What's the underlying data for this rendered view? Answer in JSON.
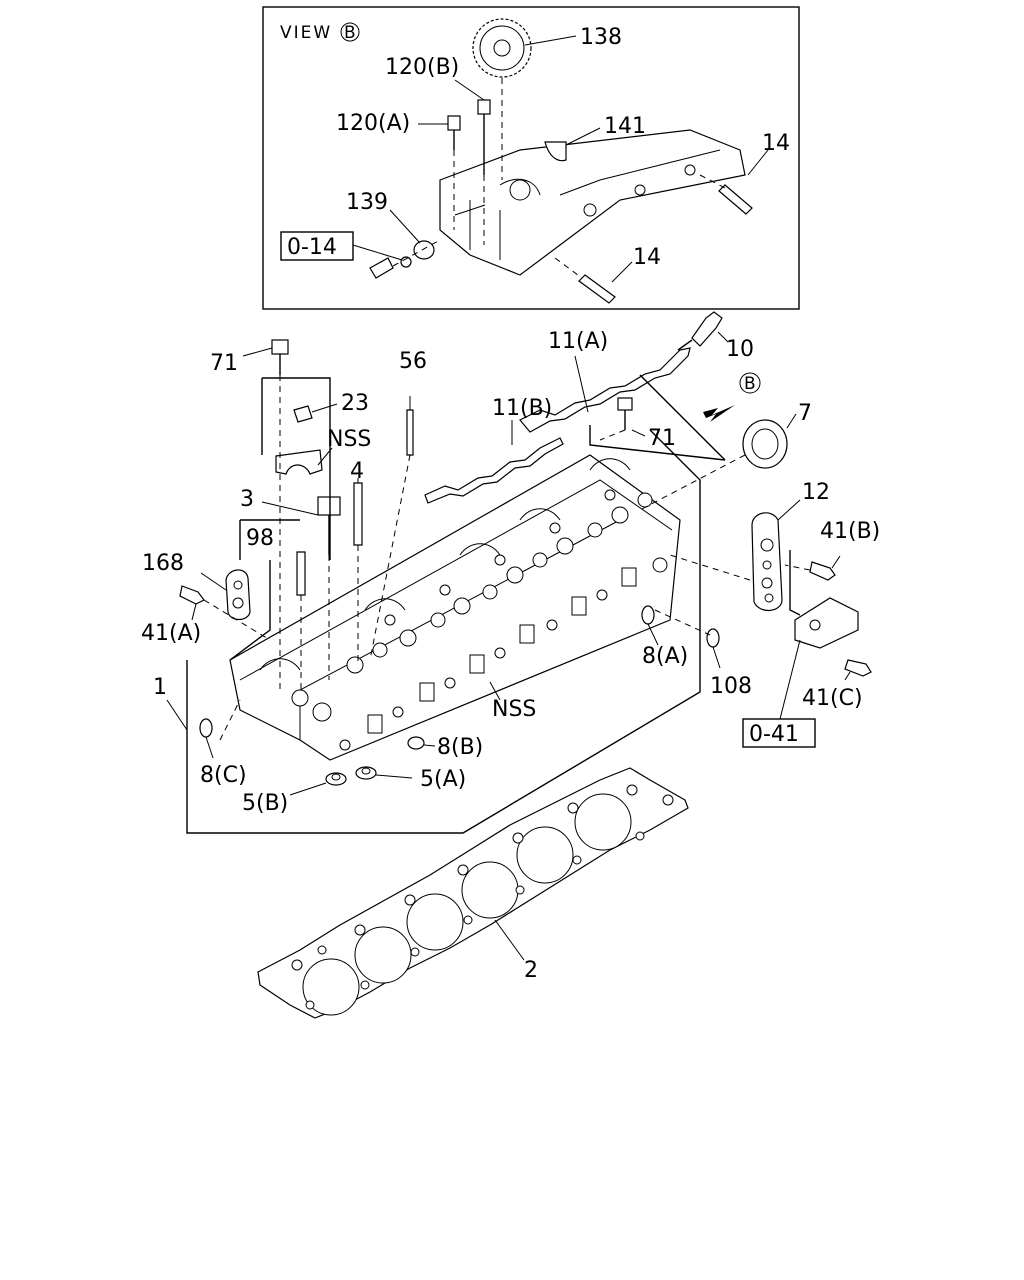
{
  "view": {
    "title": "VIEW",
    "marker": "B"
  },
  "direction_marker": "B",
  "reference_boxes": [
    "0-14",
    "0-41"
  ],
  "callouts": {
    "p138": "138",
    "p120b": "120(B)",
    "p120a": "120(A)",
    "p141": "141",
    "p14a": "14",
    "p14b": "14",
    "p139": "139",
    "p71a": "71",
    "p56": "56",
    "p11a": "11(A)",
    "p10": "10",
    "p23": "23",
    "p11b": "11(B)",
    "p7": "7",
    "p71b": "71",
    "pnss1": "NSS",
    "p4": "4",
    "p3": "3",
    "p12": "12",
    "p41b": "41(B)",
    "p98": "98",
    "p168": "168",
    "p41a": "41(A)",
    "p8a": "8(A)",
    "p108": "108",
    "p1": "1",
    "pnss2": "NSS",
    "p41c": "41(C)",
    "p8b": "8(B)",
    "p8c": "8(C)",
    "p5a": "5(A)",
    "p5b": "5(B)",
    "p2": "2"
  }
}
